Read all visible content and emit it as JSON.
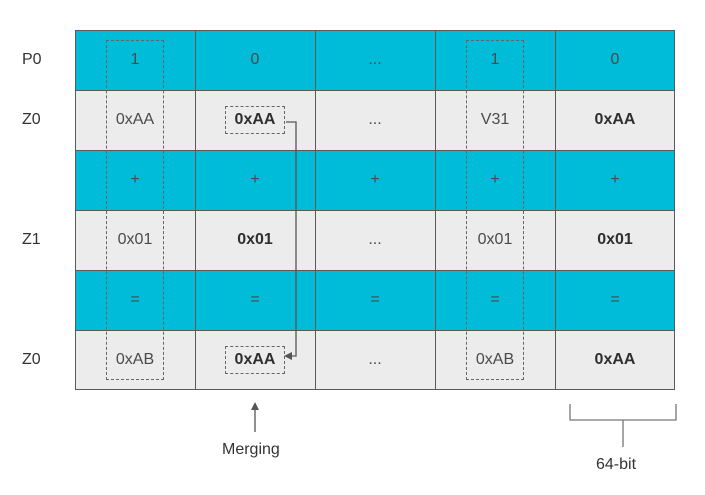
{
  "rows": [
    {
      "label": "P0",
      "kind": "cyan",
      "cells": [
        "1",
        "0",
        "...",
        "1",
        "0"
      ],
      "bold": [
        false,
        false,
        false,
        false,
        false
      ]
    },
    {
      "label": "Z0",
      "kind": "gray",
      "cells": [
        "0xAA",
        "0xAA",
        "...",
        "V31",
        "0xAA"
      ],
      "bold": [
        false,
        true,
        false,
        false,
        true
      ]
    },
    {
      "label": "",
      "kind": "cyan",
      "cells": [
        "+",
        "+",
        "+",
        "+",
        "+"
      ],
      "bold": [
        false,
        false,
        false,
        false,
        false
      ]
    },
    {
      "label": "Z1",
      "kind": "gray",
      "cells": [
        "0x01",
        "0x01",
        "...",
        "0x01",
        "0x01"
      ],
      "bold": [
        false,
        true,
        false,
        false,
        true
      ]
    },
    {
      "label": "",
      "kind": "cyan",
      "cells": [
        "=",
        "=",
        "=",
        "=",
        "="
      ],
      "bold": [
        false,
        false,
        false,
        false,
        false
      ]
    },
    {
      "label": "Z0",
      "kind": "gray",
      "cells": [
        "0xAB",
        "0xAA",
        "...",
        "0xAB",
        "0xAA"
      ],
      "bold": [
        false,
        true,
        false,
        false,
        true
      ]
    }
  ],
  "annotations": {
    "merging": "Merging",
    "bit_width": "64-bit"
  },
  "colors": {
    "predicate_row": "#00bcd8",
    "data_row": "#ececec"
  }
}
